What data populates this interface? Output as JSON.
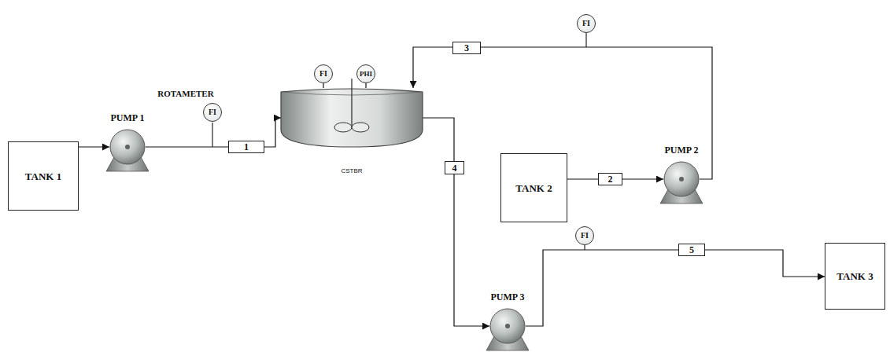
{
  "diagram": {
    "nodes": [
      {
        "text": [
          "TANK 1"
        ]
      },
      {
        "text": [
          "PUMP 1"
        ]
      },
      {
        "text": [
          "FI"
        ]
      },
      {
        "text": [
          "1"
        ]
      },
      {
        "text": [
          "FI"
        ]
      },
      {
        "text": [
          "PHI"
        ]
      },
      {
        "text": [
          "CSTBR"
        ]
      },
      {
        "text": [
          "3"
        ]
      },
      {
        "text": [
          "FI"
        ]
      },
      {
        "text": [
          "TANK 2"
        ]
      },
      {
        "text": [
          "2"
        ]
      },
      {
        "text": [
          "PUMP 2"
        ]
      },
      {
        "text": [
          "4"
        ]
      },
      {
        "text": [
          "FI"
        ]
      },
      {
        "text": [
          "PUMP 3"
        ]
      },
      {
        "text": [
          "5"
        ]
      },
      {
        "text": [
          "TANK 3"
        ]
      }
    ],
    "edges": [
      {
        "from": 0,
        "to": 1,
        "arrow": "to"
      },
      {
        "from": 1,
        "to": 3,
        "arrow": "none"
      },
      {
        "from": 3,
        "to": 6,
        "arrow": "to"
      },
      {
        "from": 4,
        "to": 6,
        "arrow": "none"
      },
      {
        "from": 5,
        "to": 6,
        "arrow": "none"
      },
      {
        "from": 9,
        "to": 10,
        "arrow": "none"
      },
      {
        "from": 10,
        "to": 11,
        "arrow": "to"
      },
      {
        "from": 11,
        "to": 7,
        "arrow": "none"
      },
      {
        "from": 7,
        "to": 6,
        "arrow": "to"
      },
      {
        "from": 6,
        "to": 12,
        "arrow": "none"
      },
      {
        "from": 12,
        "to": 14,
        "arrow": "to"
      },
      {
        "from": 14,
        "to": 15,
        "arrow": "none"
      },
      {
        "from": 15,
        "to": 16,
        "arrow": "to"
      }
    ],
    "labels": [
      "ROTAMETER"
    ]
  }
}
